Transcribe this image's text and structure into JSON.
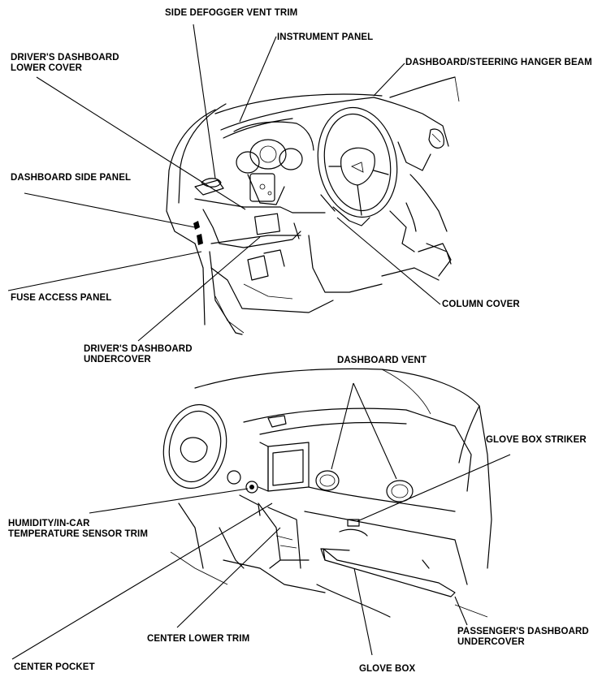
{
  "labels": {
    "side_defogger_vent_trim": "SIDE DEFOGGER VENT TRIM",
    "instrument_panel": "INSTRUMENT PANEL",
    "drivers_dashboard_lower_cover_1": "DRIVER'S DASHBOARD",
    "drivers_dashboard_lower_cover_2": "LOWER COVER",
    "dashboard_steering_hanger_beam": "DASHBOARD/STEERING HANGER BEAM",
    "dashboard_side_panel": "DASHBOARD SIDE PANEL",
    "fuse_access_panel": "FUSE ACCESS PANEL",
    "column_cover": "COLUMN COVER",
    "drivers_dashboard_undercover_1": "DRIVER'S DASHBOARD",
    "drivers_dashboard_undercover_2": "UNDERCOVER",
    "dashboard_vent": "DASHBOARD VENT",
    "glove_box_striker": "GLOVE BOX STRIKER",
    "humidity_sensor_trim_1": "HUMIDITY/IN-CAR",
    "humidity_sensor_trim_2": "TEMPERATURE SENSOR TRIM",
    "center_lower_trim": "CENTER LOWER TRIM",
    "passengers_dashboard_undercover_1": "PASSENGER'S DASHBOARD",
    "passengers_dashboard_undercover_2": "UNDERCOVER",
    "center_pocket": "CENTER POCKET",
    "glove_box": "GLOVE BOX"
  }
}
